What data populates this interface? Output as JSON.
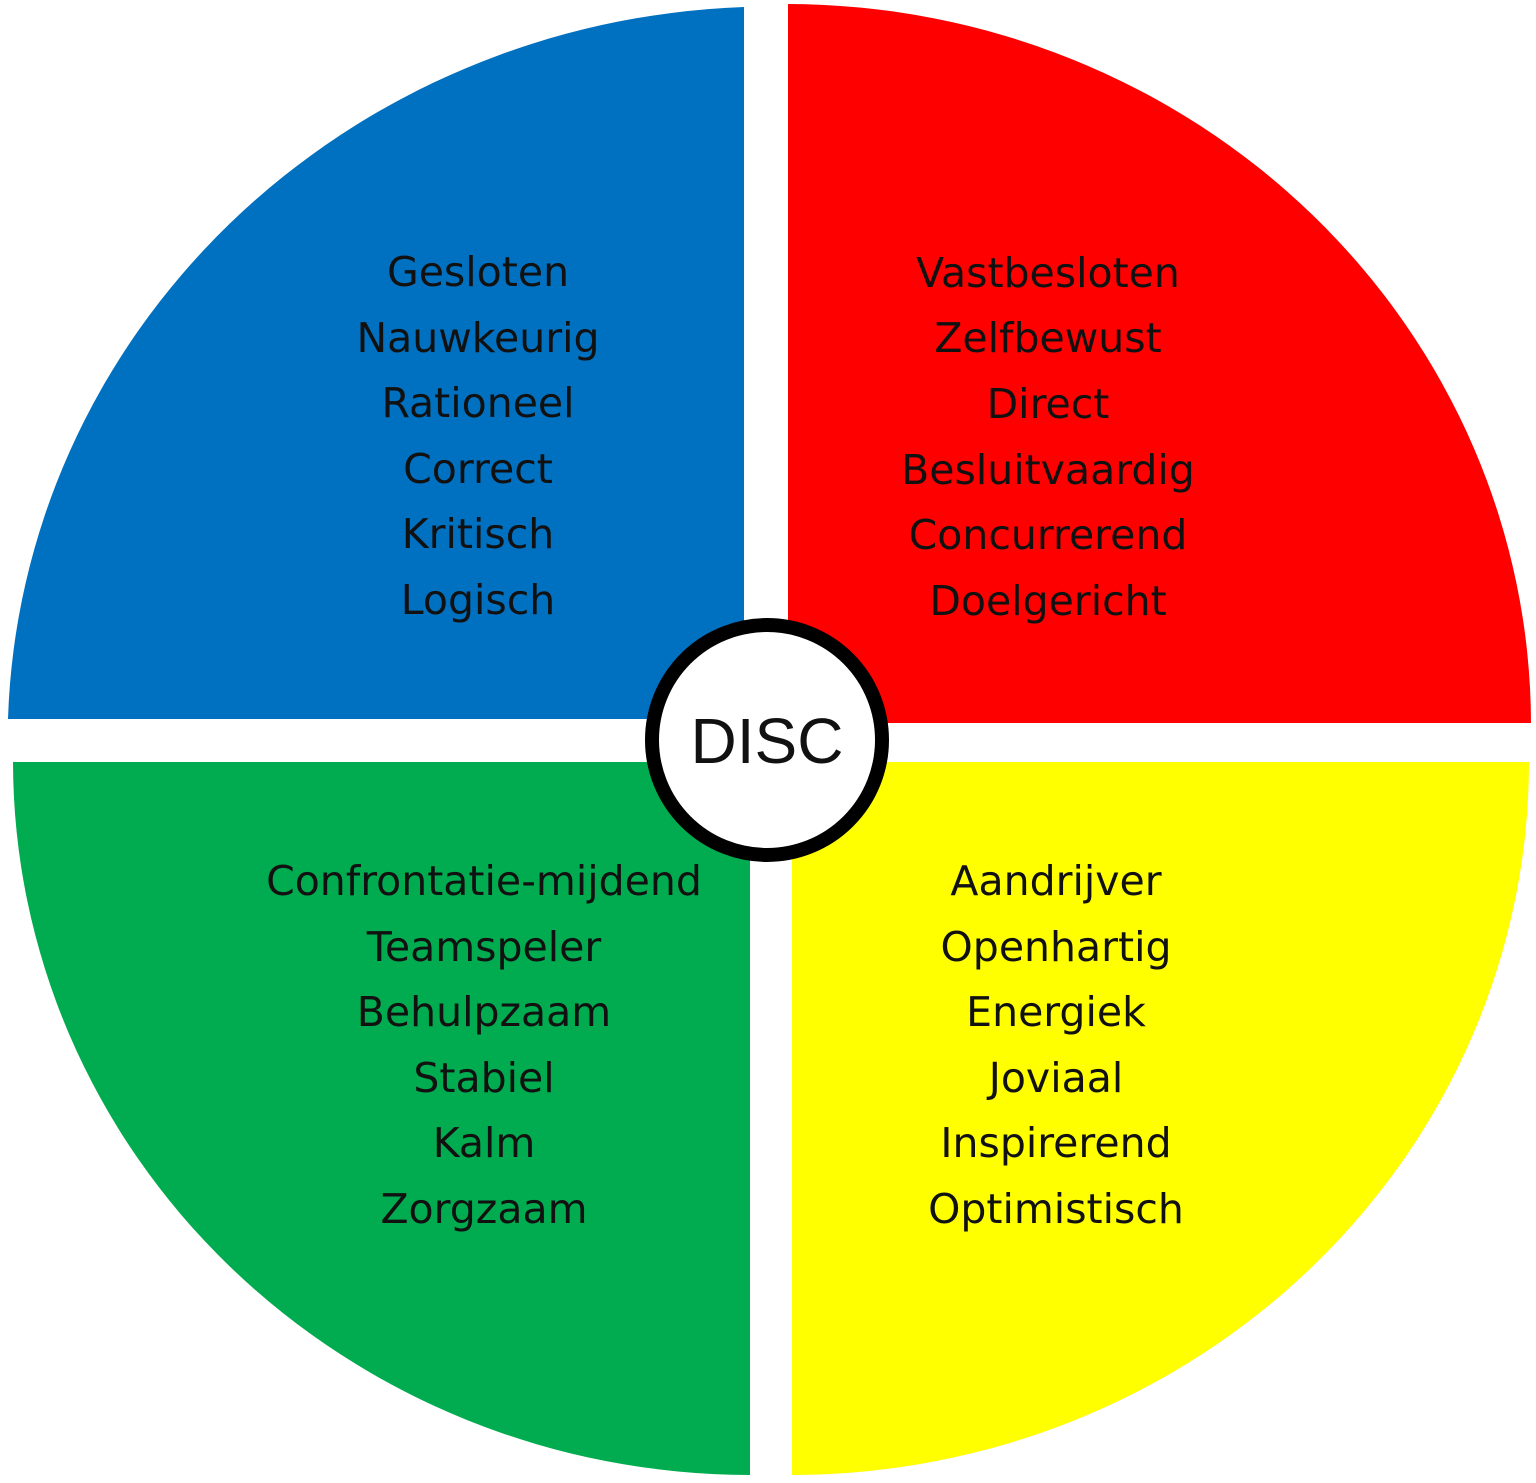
{
  "center": {
    "label": "DISC"
  },
  "colors": {
    "dominant": "#FF0000",
    "influence": "#FFFF00",
    "steady": "#00AC4F",
    "conscientious": "#0070C0",
    "center_fill": "#FFFFFF",
    "center_ring": "#000000",
    "text": "#111111"
  },
  "quadrants": [
    {
      "id": "top-left",
      "color": "#0070C0",
      "traits": [
        "Gesloten",
        "Nauwkeurig",
        "Rationeel",
        "Correct",
        "Kritisch",
        "Logisch"
      ]
    },
    {
      "id": "top-right",
      "color": "#FF0000",
      "traits": [
        "Vastbesloten",
        "Zelfbewust",
        "Direct",
        "Besluitvaardig",
        "Concurrerend",
        "Doelgericht"
      ]
    },
    {
      "id": "bottom-left",
      "color": "#00AC4F",
      "traits": [
        "Confrontatie-mijdend",
        "Teamspeler",
        "Behulpzaam",
        "Stabiel",
        "Kalm",
        "Zorgzaam"
      ]
    },
    {
      "id": "bottom-right",
      "color": "#FFFF00",
      "traits": [
        "Aandrijver",
        "Openhartig",
        "Energiek",
        "Joviaal",
        "Inspirerend",
        "Optimistisch"
      ]
    }
  ]
}
